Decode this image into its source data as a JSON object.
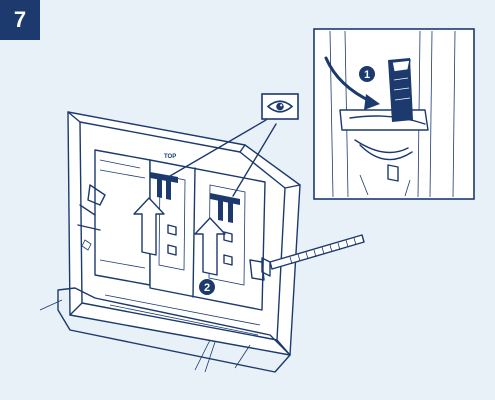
{
  "step": {
    "number": "7"
  },
  "frame": {
    "top_label": "TOP"
  },
  "callouts": [
    {
      "number": "1"
    },
    {
      "number": "2"
    }
  ],
  "icons": {
    "inspect": "eye-icon"
  },
  "colors": {
    "background": "#e9f1f8",
    "line": "#1c3a6e",
    "panel": "#ffffff",
    "badge": "#1c3a6e"
  }
}
